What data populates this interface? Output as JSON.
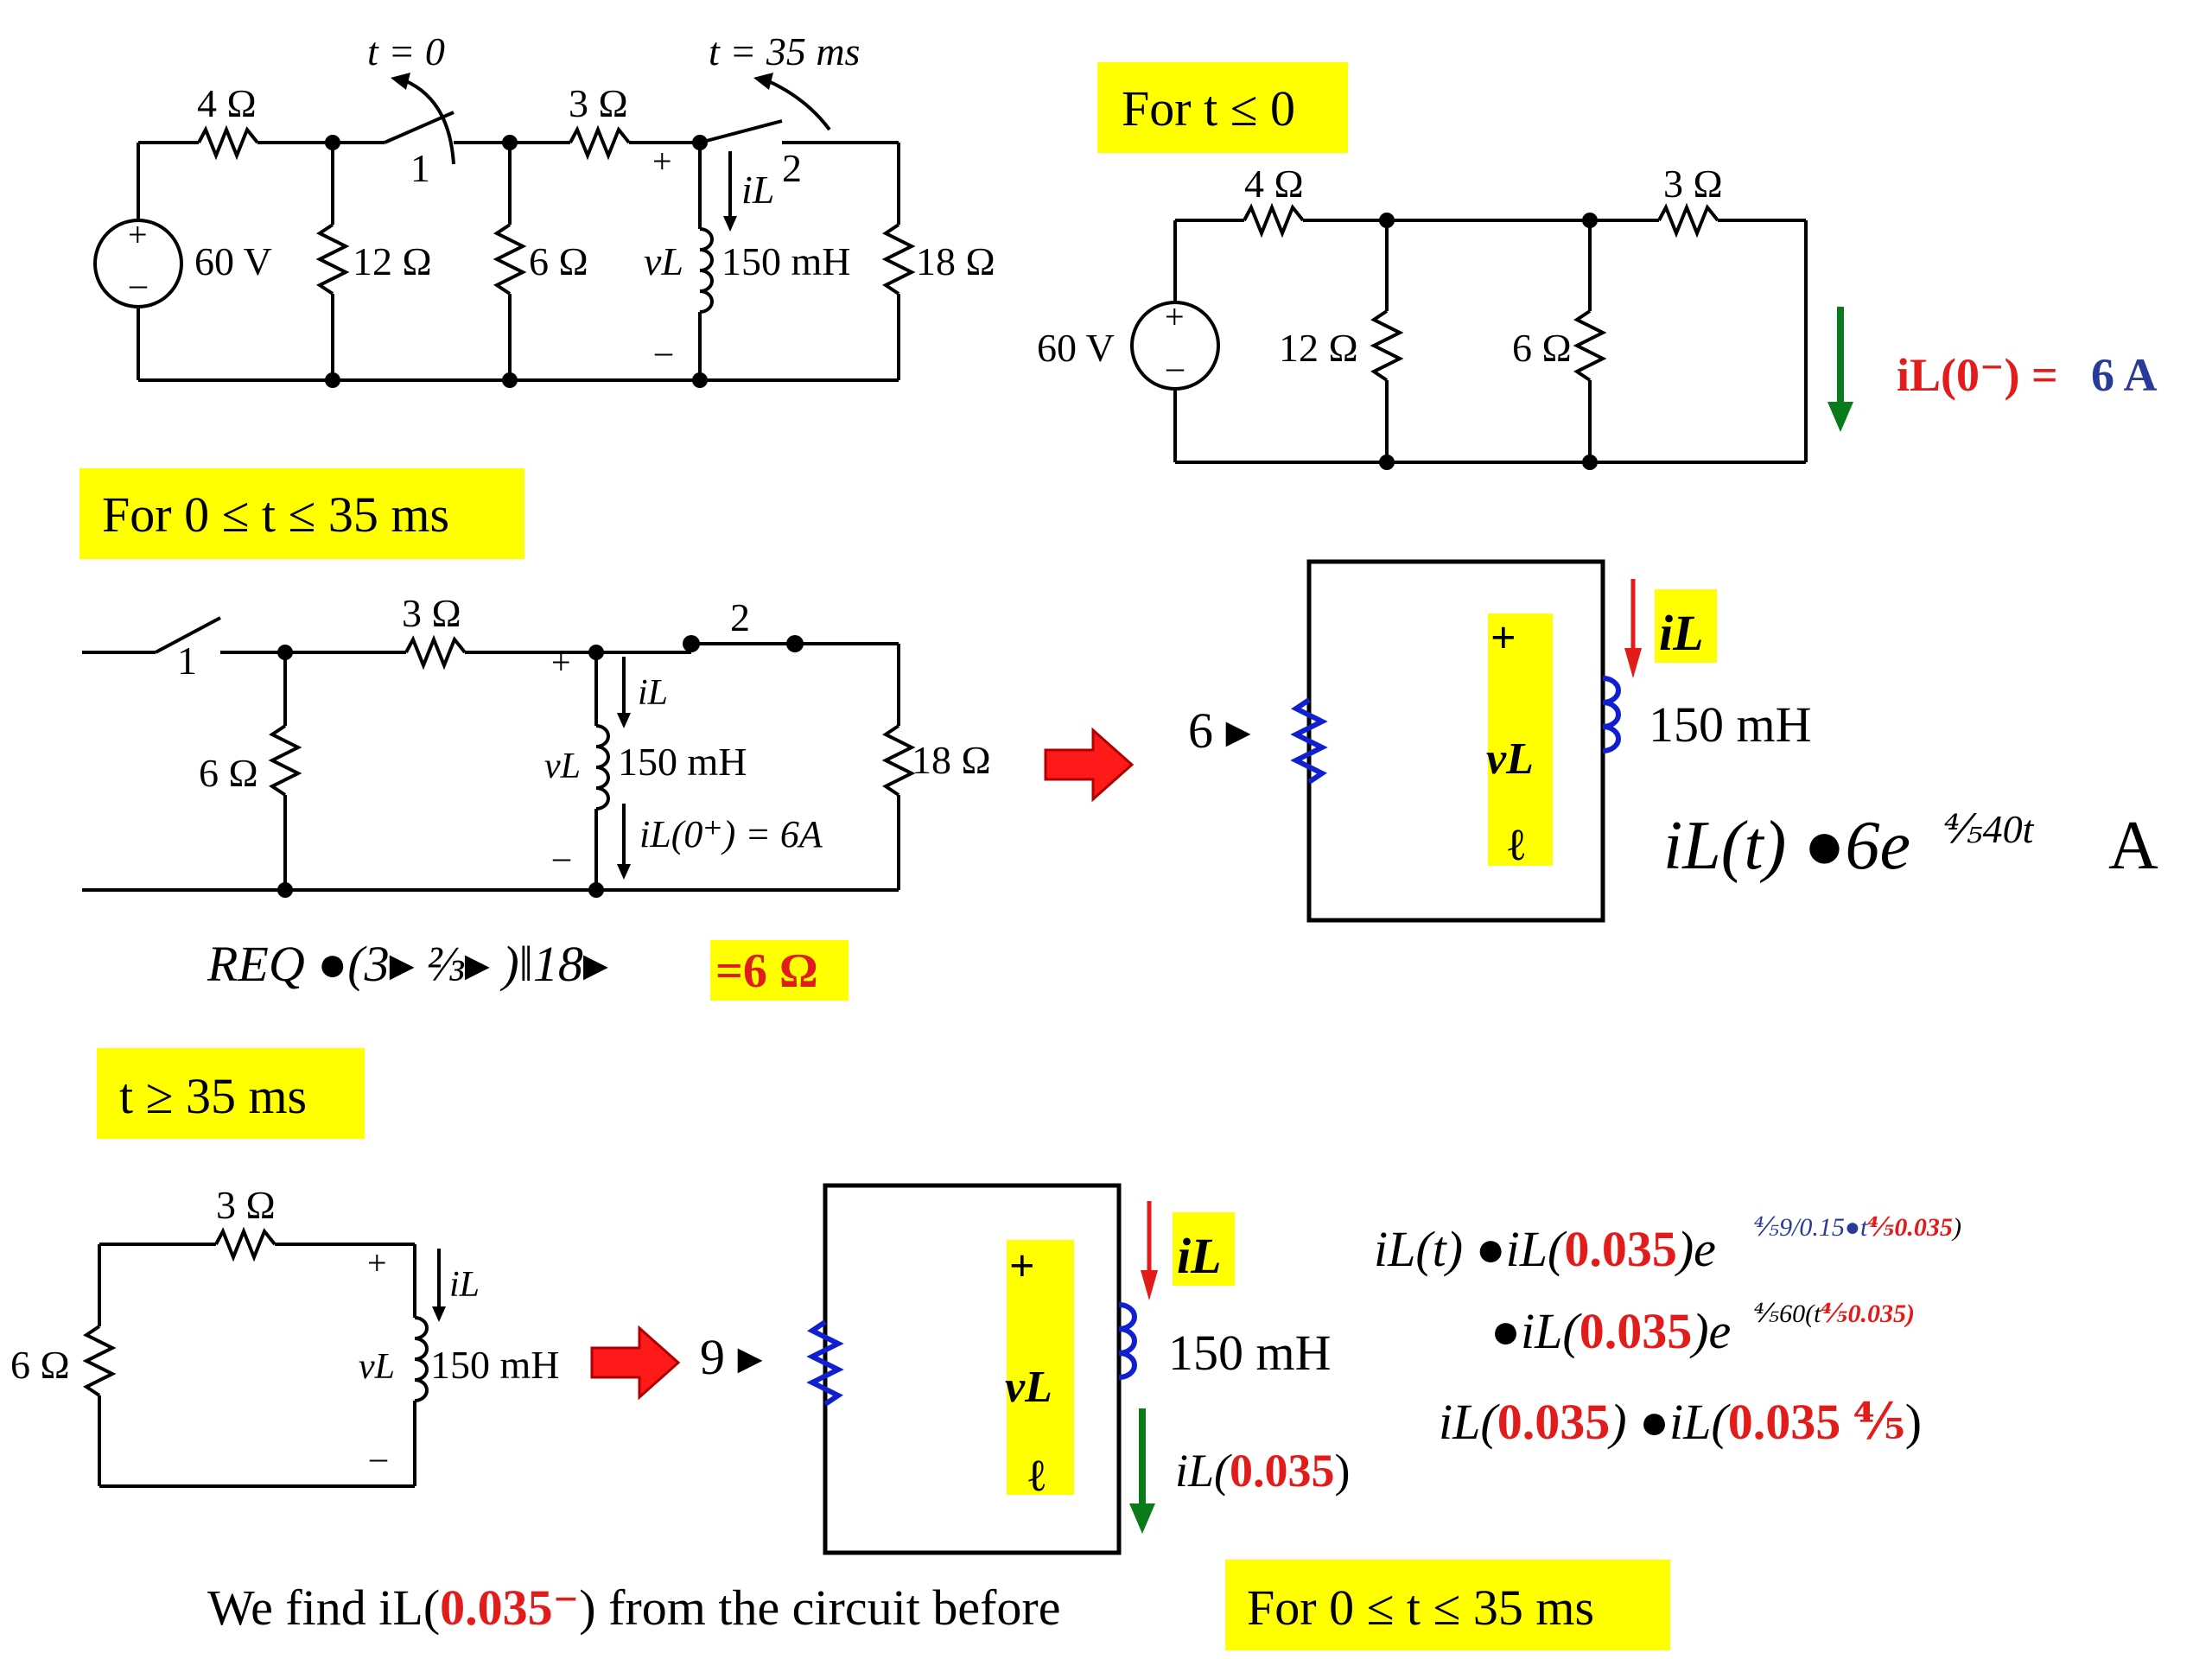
{
  "labels": {
    "top": {
      "switch1_time": "t = 0",
      "switch2_time": "t = 35 ms",
      "r4": "4 Ω",
      "r3": "3 Ω",
      "r12": "12 Ω",
      "r6": "6 Ω",
      "r18": "18 Ω",
      "source": "60 V",
      "inductor": "150 mH",
      "pos1": "1",
      "pos2": "2",
      "vL": "vL",
      "iL": "iL"
    },
    "t_le_0": {
      "heading": "For  t ≤ 0",
      "r4": "4 Ω",
      "r3": "3 Ω",
      "r12": "12 Ω",
      "r6": "6 Ω",
      "source": "60 V",
      "initial_current": "iL(0⁻) = ",
      "initial_current_value": "6 A"
    },
    "mid": {
      "heading": "For 0 ≤ t ≤ 35  ms",
      "r3": "3 Ω",
      "r6": "6 Ω",
      "r18": "18 Ω",
      "pos1": "1",
      "pos2": "2",
      "inductor": "150 mH",
      "initial": "iL(0⁺) = 6A",
      "req_expr": "REQ ●(3▸ ⅔▸ )‖18▸",
      "req_result": "=6 Ω"
    },
    "mid_eq": {
      "resistor": "6 ▸",
      "inductor": "150 mH",
      "iL": "iL",
      "vL": "vL",
      "plus": "+",
      "minus": "ℓ",
      "solution": "iL(t) ●6e",
      "exponent": "⅘40t",
      "unit": "A"
    },
    "late": {
      "heading": "t ≥ 35  ms",
      "r3": "3 Ω",
      "r6": "6 Ω",
      "inductor": "150 mH"
    },
    "late_eq": {
      "resistor": "9 ▸",
      "inductor": "150 mH",
      "iL": "iL",
      "vL": "vL",
      "plus": "+",
      "minus": "ℓ",
      "arrow_label_pre": "iL(",
      "arrow_label_val": "0.035",
      "arrow_label_post": ")",
      "eq1_pre": "iL(t) ●iL(",
      "eq1_val": "0.035",
      "eq1_post": ")e",
      "eq1_exp_a": "⅘9/0.15●t",
      "eq1_exp_b": "⅘0.035",
      "eq2_pre": "●iL(",
      "eq2_val": "0.035",
      "eq2_post": ")e",
      "eq2_exp_a": "⅘60(t",
      "eq2_exp_b": "⅘0.035)",
      "eq3_pre": "iL(",
      "eq3_val_a": "0.035",
      "eq3_mid": ") ●iL(",
      "eq3_val_b": "0.035 ⅘",
      "eq3_post": ")"
    },
    "footer": {
      "text_pre": "We find iL(",
      "text_val": "0.035⁻",
      "text_post": ")  from the circuit before",
      "box": "For 0 ≤ t ≤ 35  ms"
    }
  },
  "colors": {
    "highlight": "#ffff00",
    "red": "#e21b1b",
    "blue": "#2a3a9a",
    "coil_blue": "#1020d0",
    "green": "#0a7a1a"
  }
}
